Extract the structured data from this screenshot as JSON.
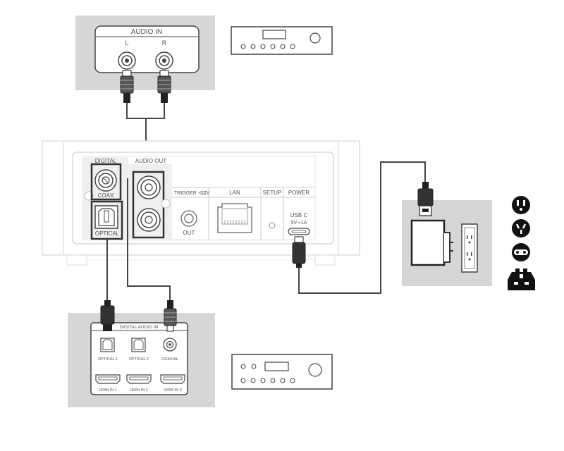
{
  "labels": {
    "audio_in": "AUDIO IN",
    "left_ch": "L",
    "right_ch": "R",
    "digital": "DIGITAL",
    "audio_out": "AUDIO OUT",
    "coax": "COAX",
    "optical": "OPTICAL",
    "trigger": "TRIGGER +12V",
    "trigger_out": "OUT",
    "lan": "LAN",
    "setup": "SETUP",
    "power": "POWER",
    "usb_c": "USB C",
    "usb_rating": "5V⎓1A",
    "digital_audio_in": "DIGITAL AUDIO IN",
    "optical_1": "OPTICAL 1",
    "optical_2": "OPTICAL 2",
    "coaxial": "COAXIAL",
    "hdmi_in_1": "HDMI IN 1",
    "hdmi_in_2": "HDMI IN 2",
    "hdmi_in_3": "HDMI IN 3"
  },
  "plug_types": [
    "us-plug-icon",
    "au-plug-icon",
    "eu-plug-icon",
    "uk-plug-icon"
  ],
  "colors": {
    "panel_gray": "#d6d6d6",
    "line": "#444444",
    "plug": "#222222"
  }
}
